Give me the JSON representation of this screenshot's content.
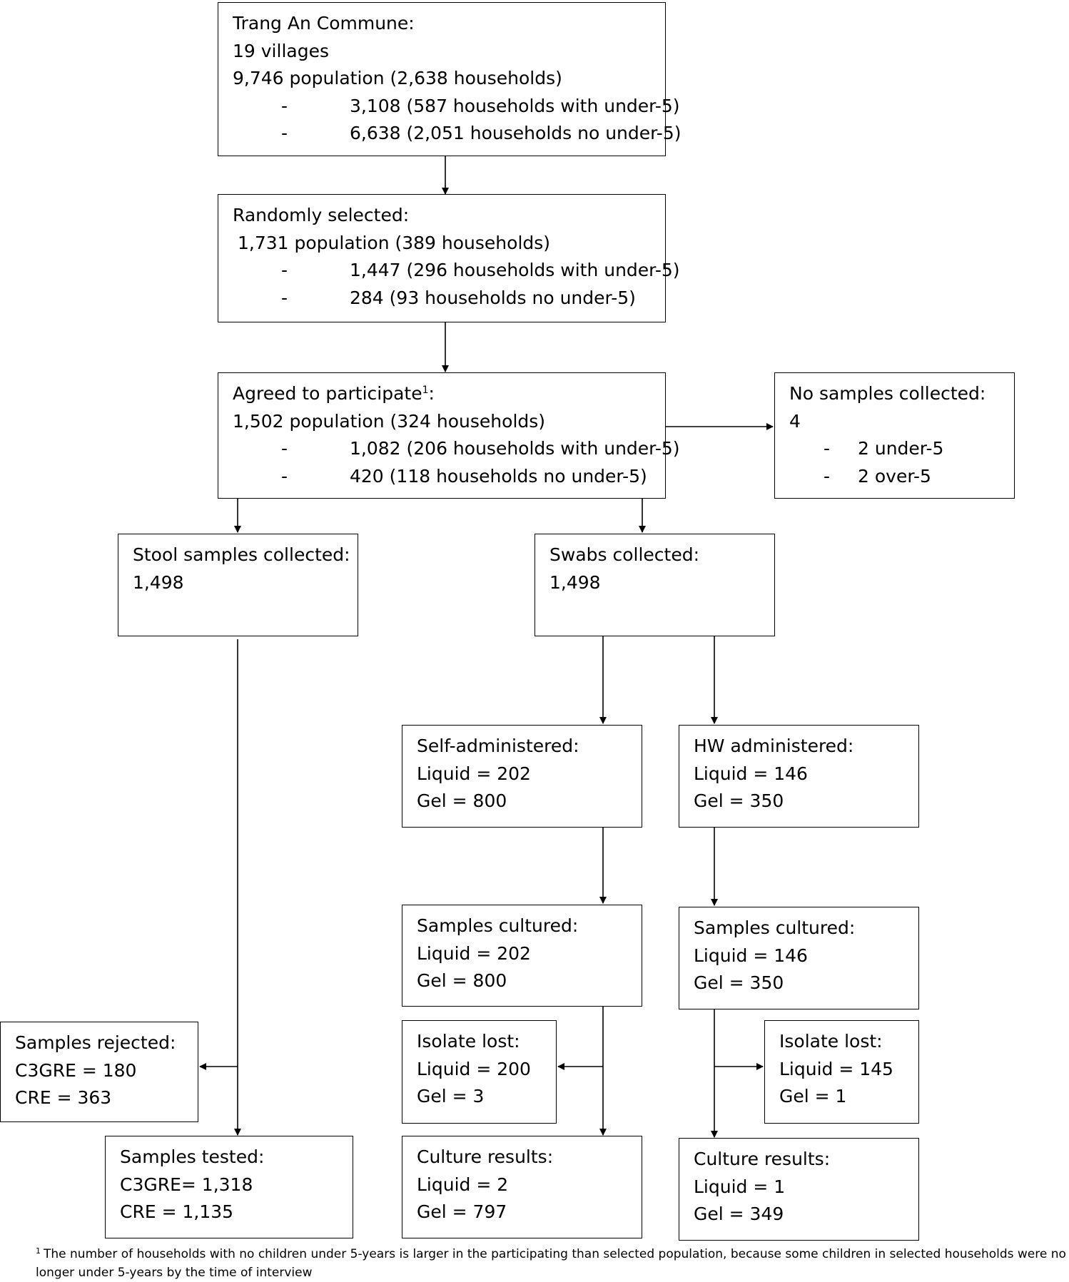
{
  "boxes": {
    "commune": {
      "title": "Trang An Commune:",
      "villages": "19 villages",
      "population": "9,746 population (2,638 households)",
      "bullets": [
        "3,108 (587 households with under-5)",
        "6,638 (2,051 households no under-5)"
      ]
    },
    "selected": {
      "title": "Randomly selected:",
      "population": "1,731 population (389 households)",
      "bullets": [
        "1,447 (296 households with under-5)",
        "284 (93 households no under-5)"
      ]
    },
    "agreed": {
      "title": "Agreed to participate",
      "title_sup": "1",
      "title_suffix": ":",
      "population": "1,502 population (324 households)",
      "bullets": [
        "1,082 (206 households with under-5)",
        "420 (118 households no under-5)"
      ]
    },
    "no_samples": {
      "title": "No samples collected:",
      "count": "4",
      "bullets": [
        "2 under-5",
        "2 over-5"
      ]
    },
    "stool": {
      "title": "Stool samples collected:",
      "count": "1,498"
    },
    "swabs": {
      "title": "Swabs collected:",
      "count": "1,498"
    },
    "self_admin": {
      "title": "Self-administered:",
      "liquid": "Liquid = 202",
      "gel": "Gel = 800"
    },
    "hw_admin": {
      "title": "HW administered:",
      "liquid": "Liquid = 146",
      "gel": "Gel = 350"
    },
    "self_cultured": {
      "title": "Samples cultured:",
      "liquid": "Liquid = 202",
      "gel": "Gel = 800"
    },
    "hw_cultured": {
      "title": "Samples cultured:",
      "liquid": "Liquid = 146",
      "gel": "Gel = 350"
    },
    "rejected": {
      "title": "Samples rejected:",
      "c3gre": "C3GRE = 180",
      "cre": "CRE = 363"
    },
    "self_lost": {
      "title": "Isolate lost:",
      "liquid": "Liquid = 200",
      "gel": "Gel = 3"
    },
    "hw_lost": {
      "title": "Isolate lost:",
      "liquid": "Liquid = 145",
      "gel": "Gel = 1"
    },
    "tested": {
      "title": "Samples tested:",
      "c3gre": "C3GRE= 1,318",
      "cre": "CRE = 1,135"
    },
    "self_results": {
      "title": "Culture results:",
      "liquid": "Liquid = 2",
      "gel": "Gel = 797"
    },
    "hw_results": {
      "title": "Culture results:",
      "liquid": "Liquid = 1",
      "gel": "Gel = 349"
    }
  },
  "footnote": {
    "mark": "1",
    "text": "The number of households with no children under 5-years is larger in the participating than selected population, because some children in selected households were no longer under 5-years by the time of interview"
  }
}
